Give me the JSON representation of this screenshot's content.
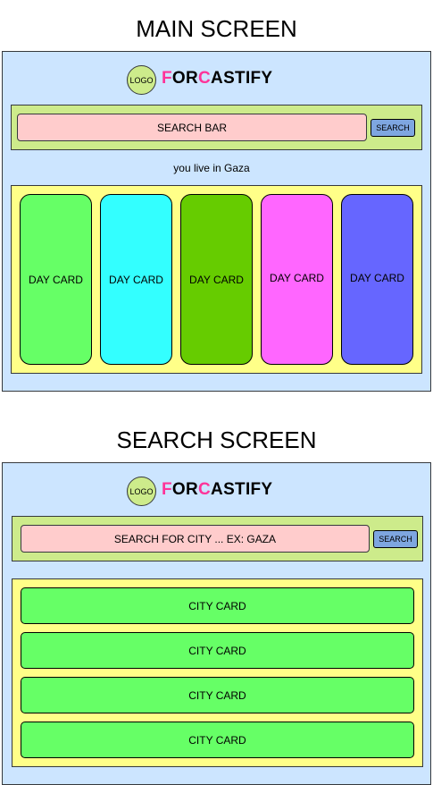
{
  "main_screen": {
    "title": "MAIN SCREEN",
    "logo_label": "LOGO",
    "brand": {
      "part1": "F",
      "part2": "OR",
      "part3": "C",
      "part4": "ASTIFY",
      "accent_color": "#ff3399"
    },
    "search_bar_label": "SEARCH BAR",
    "search_button_label": "SEARCH",
    "location_text": "you live in Gaza",
    "day_cards": [
      {
        "label": "DAY CARD",
        "color": "#66ff66"
      },
      {
        "label": "DAY CARD",
        "color": "#33ffff"
      },
      {
        "label": "DAY CARD",
        "color": "#66cc00"
      },
      {
        "label": "DAY CARD",
        "color": "#ff66ff"
      },
      {
        "label": "DAY CARD",
        "color": "#6666ff"
      }
    ]
  },
  "search_screen": {
    "title": "SEARCH SCREEN",
    "logo_label": "LOGO",
    "brand": {
      "part1": "F",
      "part2": "OR",
      "part3": "C",
      "part4": "ASTIFY",
      "accent_color": "#ff3399"
    },
    "search_input_placeholder": "SEARCH FOR CITY ... EX: GAZA",
    "search_button_label": "SEARCH",
    "city_cards": [
      {
        "label": "CITY CARD"
      },
      {
        "label": "CITY CARD"
      },
      {
        "label": "CITY CARD"
      },
      {
        "label": "CITY CARD"
      }
    ]
  },
  "colors": {
    "frame_bg": "#cce5ff",
    "search_row_bg": "#cdeb8b",
    "search_bar_bg": "#ffcccc",
    "search_button_bg": "#7ea6e0",
    "content_area_bg": "#ffff88",
    "city_card_bg": "#66ff66"
  }
}
